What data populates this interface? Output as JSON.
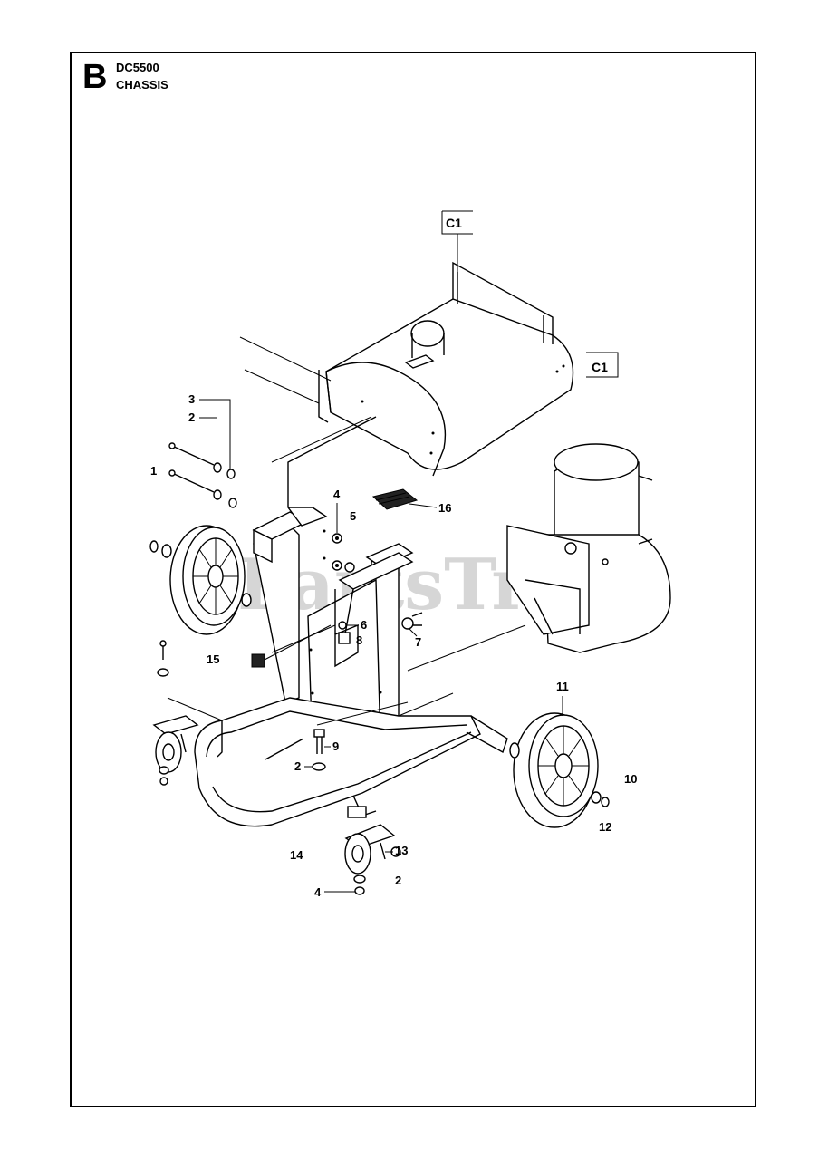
{
  "header": {
    "section_letter": "B",
    "model": "DC5500",
    "section_name": "CHASSIS"
  },
  "reference_boxes": [
    "C1",
    "C1"
  ],
  "callouts": [
    "1",
    "2",
    "3",
    "4",
    "5",
    "16",
    "6",
    "8",
    "7",
    "15",
    "9",
    "2",
    "11",
    "10",
    "12",
    "14",
    "13",
    "2",
    "4"
  ],
  "watermark": {
    "text": "PartsTree",
    "trademark": "TM"
  }
}
